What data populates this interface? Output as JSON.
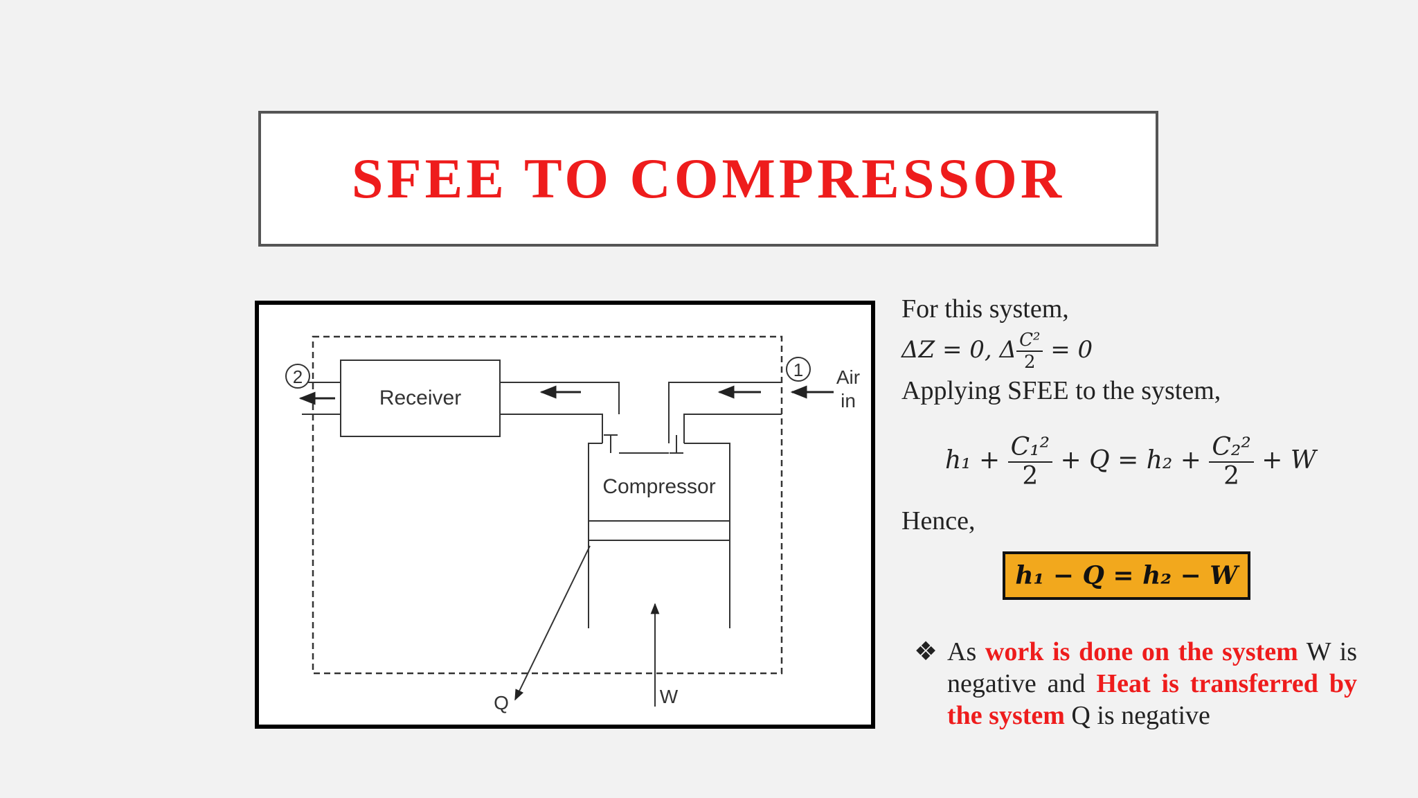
{
  "slide": {
    "title": "SFEE TO COMPRESSOR"
  },
  "diagram": {
    "receiver_label": "Receiver",
    "compressor_label": "Compressor",
    "state_in": "1",
    "state_out": "2",
    "air_in_line1": "Air",
    "air_in_line2": "in",
    "heat_label": "Q",
    "work_label": "W"
  },
  "text": {
    "line1": "For this system,",
    "conditions": {
      "dz": "ΔZ = 0, Δ",
      "frac_num": "C²",
      "frac_den": "2",
      "tail": " = 0"
    },
    "line3": "Applying SFEE to the system,",
    "equation": {
      "lhs_start": "h₁ + ",
      "num1": "C₁²",
      "den1": "2",
      "mid": " + Q = h₂ + ",
      "num2": "C₂²",
      "den2": "2",
      "end": " + W"
    },
    "hence": "Hence,",
    "result": "h₁ − Q = h₂ − W"
  },
  "bullet": {
    "mark": "❖",
    "p1": "As ",
    "r1": "work is done on the system",
    "p2": " W is negative and ",
    "r2": "Heat is transferred by the system",
    "p3": " Q is negative"
  },
  "colors": {
    "title_red": "#ee1c1c",
    "highlight_box": "#f2a81d"
  }
}
